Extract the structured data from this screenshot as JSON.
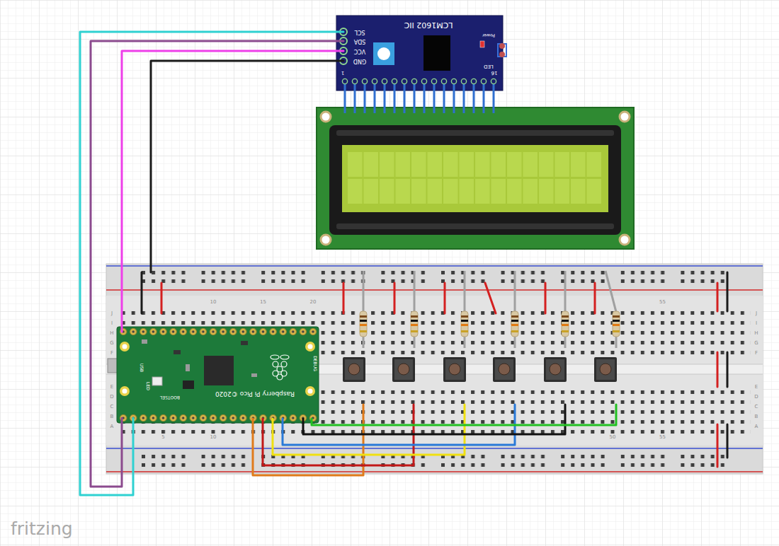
{
  "diagram": {
    "nodes": [
      {
        "text": [
          "LCM1602 IIC",
          "Power",
          "SCL",
          "SDA",
          "VCC",
          "GND",
          "LED",
          "1",
          "16"
        ]
      },
      {
        "text": [
          "Raspberry Pi Pico ©2020",
          "BOOTSEL",
          "USB",
          "LED",
          "DEBUG"
        ]
      }
    ],
    "edges": [
      {
        "from": 0,
        "to": 1,
        "arrow": "none"
      },
      {
        "from": 0,
        "to": 1,
        "arrow": "none"
      },
      {
        "from": 0,
        "to": 1,
        "arrow": "none"
      }
    ],
    "labels": [
      "10",
      "15",
      "20",
      "55",
      "5",
      "10",
      "50",
      "55",
      "J",
      "I",
      "H",
      "G",
      "F",
      "E",
      "D",
      "C",
      "B",
      "A",
      "J",
      "I",
      "H",
      "G",
      "F",
      "E",
      "D",
      "C",
      "B",
      "A",
      "fritzing"
    ]
  }
}
